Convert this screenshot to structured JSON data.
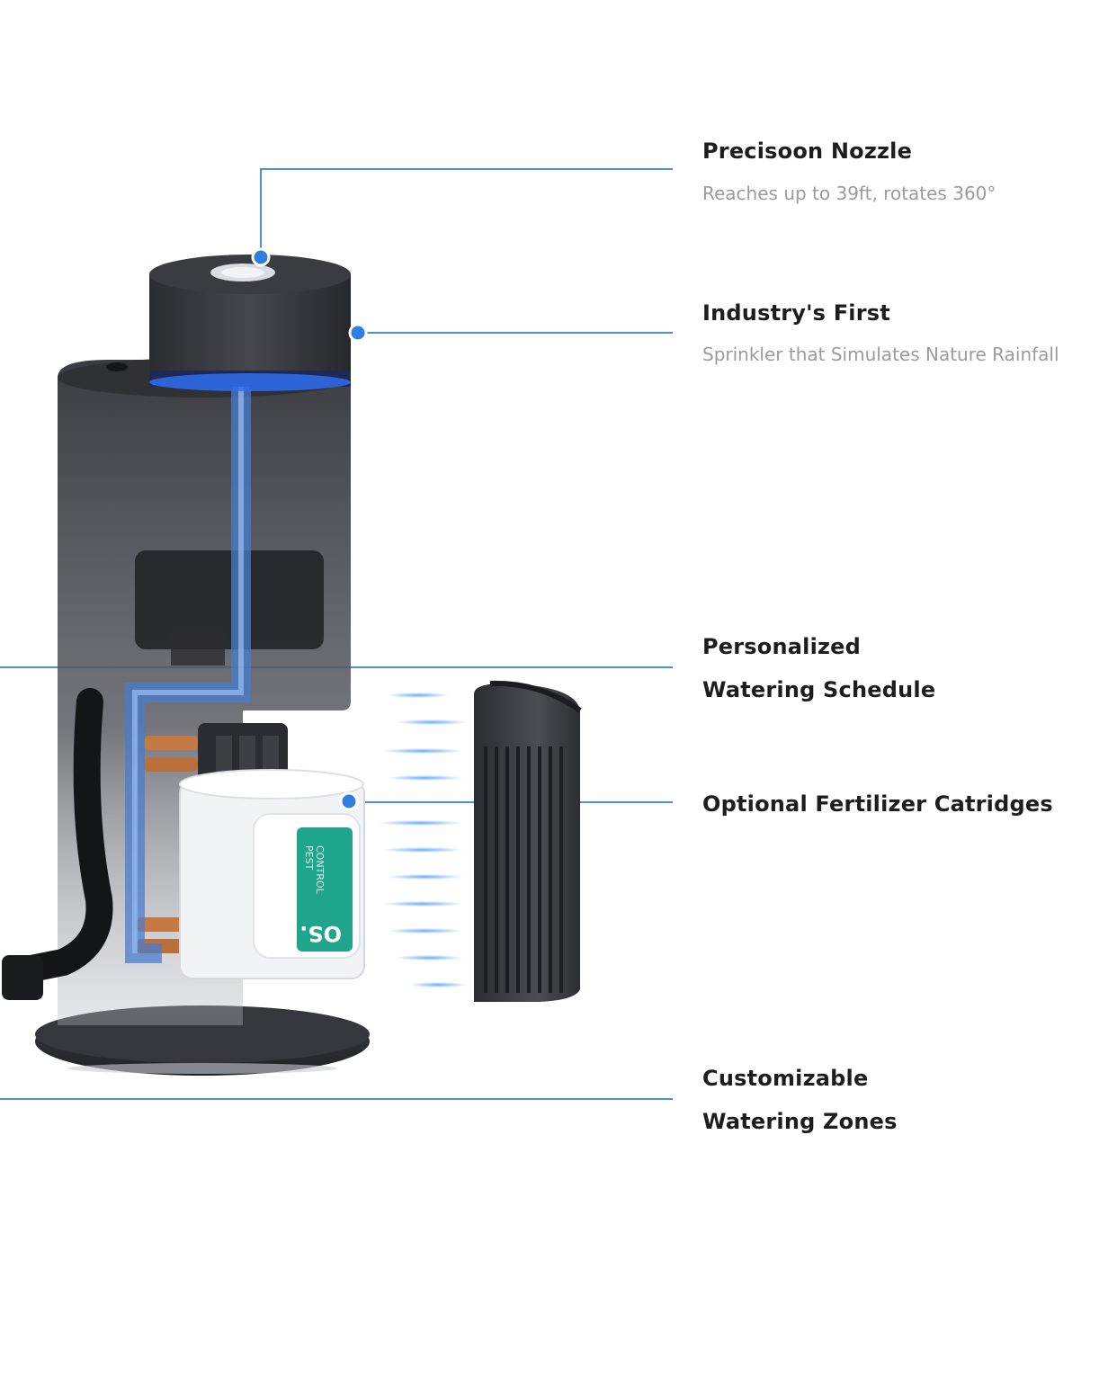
{
  "callouts": [
    {
      "title": "Precisoon Nozzle",
      "subtitle": "Reaches up to 39ft, rotates 360°"
    },
    {
      "title": "Industry's First",
      "subtitle": "Sprinkler that Simulates Nature Rainfall"
    },
    {
      "title_line1": "Personalized",
      "title_line2": "Watering Schedule"
    },
    {
      "title": "Optional Fertilizer Catridges"
    },
    {
      "title_line1": "Customizable",
      "title_line2": "Watering Zones"
    }
  ],
  "cartridge_label": {
    "line1": "CONTROL",
    "line2": "PEST",
    "volume": "OS."
  },
  "colors": {
    "accent_blue": "#2f7fe0",
    "callout_line": "#4a90e2",
    "body_dark": "#2b2d31",
    "cartridge_green": "#1fa58c"
  }
}
